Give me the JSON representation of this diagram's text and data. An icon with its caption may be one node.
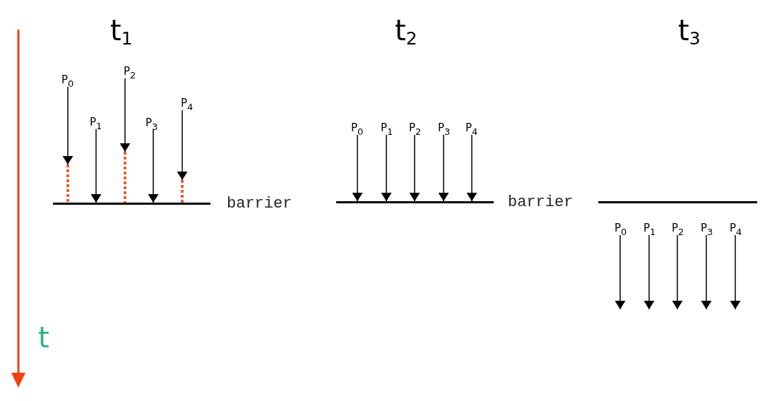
{
  "diagram": {
    "nodes": [
      {
        "text": [
          "P$_{0}$"
        ]
      },
      {
        "text": [
          "P$_{1}$"
        ]
      },
      {
        "text": [
          "P$_{2}$"
        ]
      },
      {
        "text": [
          "P$_{3}$"
        ]
      },
      {
        "text": [
          "P$_{4}$"
        ]
      },
      {
        "text": [],
        "shape": "bar",
        "beside": [
          "barrier"
        ]
      },
      {
        "text": [
          "P$_{0}$"
        ]
      },
      {
        "text": [
          "P$_{1}$"
        ]
      },
      {
        "text": [
          "P$_{2}$"
        ]
      },
      {
        "text": [
          "P$_{3}$"
        ]
      },
      {
        "text": [
          "P$_{4}$"
        ]
      },
      {
        "text": [],
        "shape": "bar",
        "beside": [
          "barrier"
        ]
      },
      {
        "text": [],
        "shape": "bar"
      },
      {
        "text": [
          "P$_{0}$"
        ]
      },
      {
        "text": [
          "P$_{1}$"
        ]
      },
      {
        "text": [
          "P$_{2}$"
        ]
      },
      {
        "text": [
          "P$_{3}$"
        ]
      },
      {
        "text": [
          "P$_{4}$"
        ]
      }
    ],
    "edges": [
      {
        "from": 0,
        "to": null,
        "arrow": "to"
      },
      {
        "from": null,
        "to": 5,
        "arrow": "none",
        "style": "dashed",
        "color": "#ef4a1f"
      },
      {
        "from": 1,
        "to": 5,
        "arrow": "to"
      },
      {
        "from": 2,
        "to": null,
        "arrow": "to"
      },
      {
        "from": null,
        "to": 5,
        "arrow": "none",
        "style": "dashed",
        "color": "#ef4a1f"
      },
      {
        "from": 3,
        "to": 5,
        "arrow": "to"
      },
      {
        "from": 4,
        "to": null,
        "arrow": "to"
      },
      {
        "from": null,
        "to": 5,
        "arrow": "none",
        "style": "dashed",
        "color": "#ef4a1f"
      },
      {
        "from": 6,
        "to": 11,
        "arrow": "to"
      },
      {
        "from": 7,
        "to": 11,
        "arrow": "to"
      },
      {
        "from": 8,
        "to": 11,
        "arrow": "to"
      },
      {
        "from": 9,
        "to": 11,
        "arrow": "to"
      },
      {
        "from": 10,
        "to": 11,
        "arrow": "to"
      },
      {
        "from": 13,
        "to": null,
        "arrow": "to"
      },
      {
        "from": 14,
        "to": null,
        "arrow": "to"
      },
      {
        "from": 15,
        "to": null,
        "arrow": "to"
      },
      {
        "from": 16,
        "to": null,
        "arrow": "to"
      },
      {
        "from": 17,
        "to": null,
        "arrow": "to"
      }
    ],
    "labels": [
      "t$_{1}$",
      "t$_{2}$",
      "t$_{3}$",
      "t"
    ]
  }
}
